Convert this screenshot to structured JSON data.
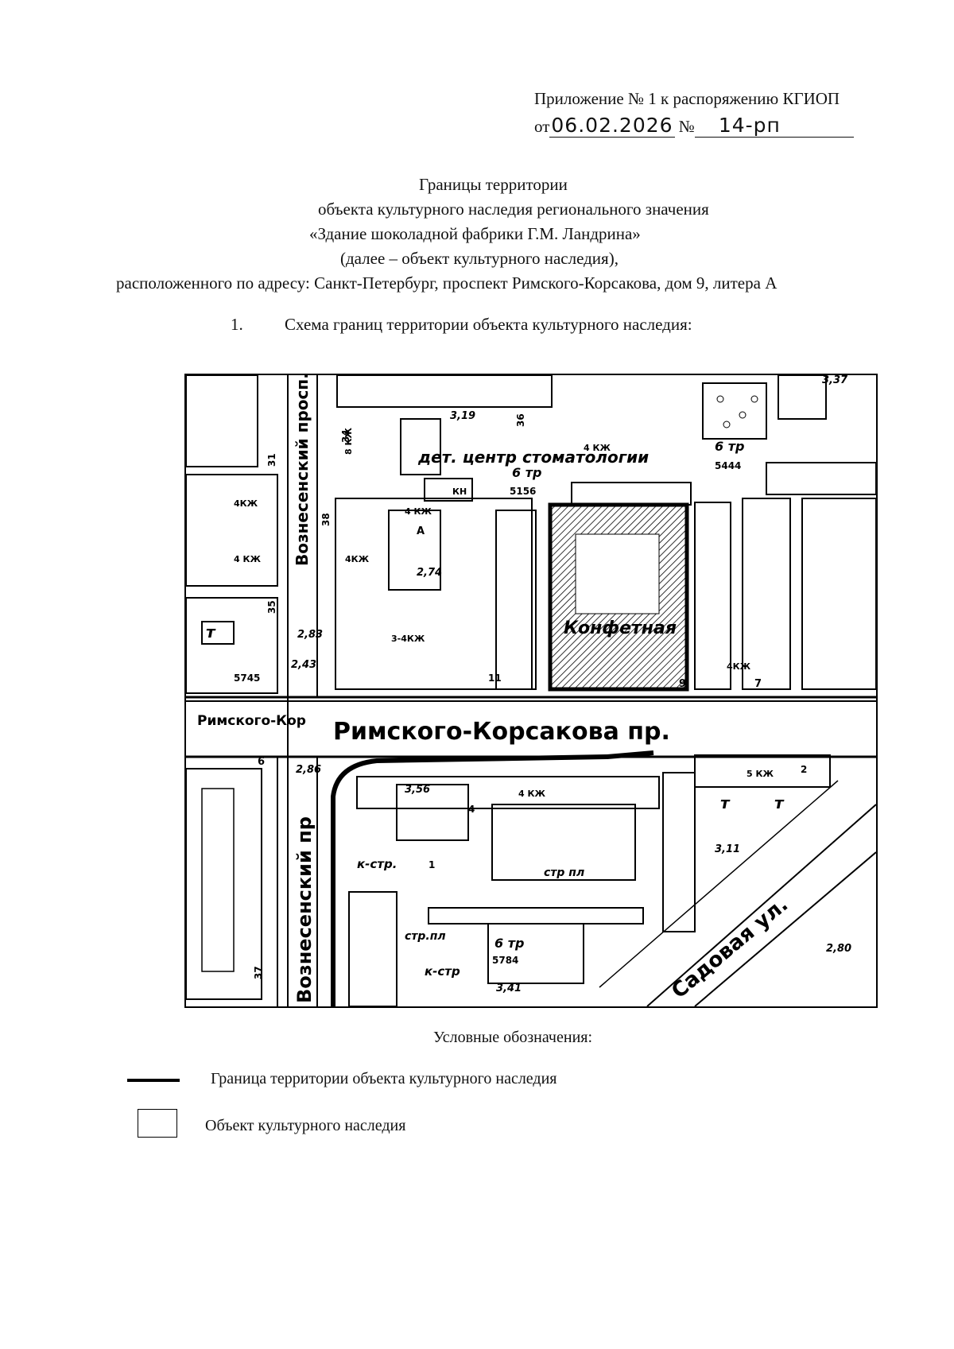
{
  "header": {
    "appendix": "Приложение № 1 к распоряжению КГИОП",
    "date_prefix": "от",
    "date": "06.02.2026",
    "number_prefix": "№",
    "number": "14-рп"
  },
  "title": {
    "line1": "Границы территории",
    "line2": "объекта культурного наследия регионального значения",
    "line3": "«Здание шоколадной фабрики Г.М. Ландрина»",
    "line4": "(далее – объект культурного наследия),",
    "line5": "расположенного по адресу: Санкт-Петербург, проспект Римского-Корсакова, дом 9, литера А"
  },
  "section": {
    "number": "1.",
    "text": "Схема границ территории объекта культурного наследия:"
  },
  "map": {
    "street_main": "Римского-Корсакова пр.",
    "street_main_small": "Римского-Кор",
    "street_voz_top": "Вознесенский просп.",
    "street_voz_bottom": "Вознесенский пр",
    "street_sadovaya": "Садовая ул.",
    "labels": {
      "dental": "дет. центр стоматологии",
      "konfetnaya": "Конфетная",
      "tp1": "6 тр",
      "tp1_num": "5444",
      "tp2": "6 тр",
      "tp2_num": "5156",
      "tp3": "6 тр",
      "tp3_num": "5784",
      "k_str1": "к-стр.",
      "k_str2": "к-стр",
      "str_pl1": "стр пл",
      "str_pl2": "стр.пл",
      "h319": "3,19",
      "h274": "2,74",
      "h283": "2,83",
      "h243": "2,43",
      "h286": "2,86",
      "h356": "3,56",
      "h311": "3,11",
      "h341": "3,41",
      "h337": "3,37",
      "h280": "2,80",
      "n5745": "5745",
      "m1": "т",
      "m2": "т",
      "m3": "т",
      "kzh4_a": "4 КЖ",
      "kzh4_b": "4 КЖ",
      "kzh4_c": "4КЖ",
      "kzh4_d": "4КЖ",
      "kzh4_e": "4 КЖ",
      "kzh4_f": "4 КЖ",
      "kzh4_g": "4КЖ",
      "kzh8": "8 КЖ",
      "kzh5": "5 КЖ",
      "kzh3": "3-4КЖ",
      "kn": "КН",
      "num34": "34",
      "num36": "36",
      "num38": "38",
      "num35": "35",
      "num31": "31",
      "num9": "9",
      "num7": "7",
      "num11": "11",
      "num6": "6",
      "num4": "4",
      "num2": "2",
      "num37": "37",
      "num1": "1",
      "litA": "А"
    }
  },
  "legend": {
    "title": "Условные обозначения:",
    "item1": "Граница территории объекта культурного наследия",
    "item2": "Объект культурного наследия"
  }
}
